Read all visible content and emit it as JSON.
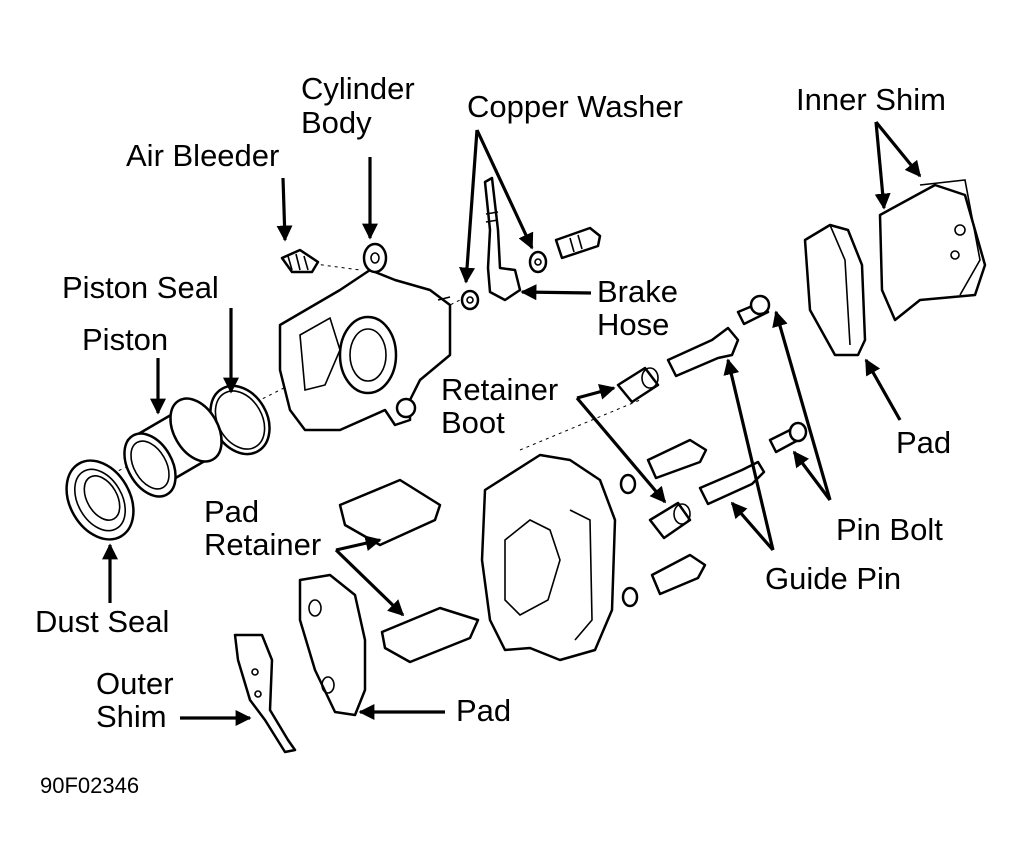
{
  "labels": {
    "cylinder_body_1": "Cylinder",
    "cylinder_body_2": "Body",
    "copper_washer": "Copper Washer",
    "inner_shim": "Inner Shim",
    "air_bleeder": "Air Bleeder",
    "piston_seal": "Piston Seal",
    "piston": "Piston",
    "brake_hose_1": "Brake",
    "brake_hose_2": "Hose",
    "retainer_boot_1": "Retainer",
    "retainer_boot_2": "Boot",
    "pad_right": "Pad",
    "pad_retainer_1": "Pad",
    "pad_retainer_2": "Retainer",
    "pin_bolt": "Pin Bolt",
    "guide_pin": "Guide Pin",
    "dust_seal": "Dust Seal",
    "outer_shim_1": "Outer",
    "outer_shim_2": "Shim",
    "pad_bottom": "Pad"
  },
  "figure_id": "90F02346"
}
